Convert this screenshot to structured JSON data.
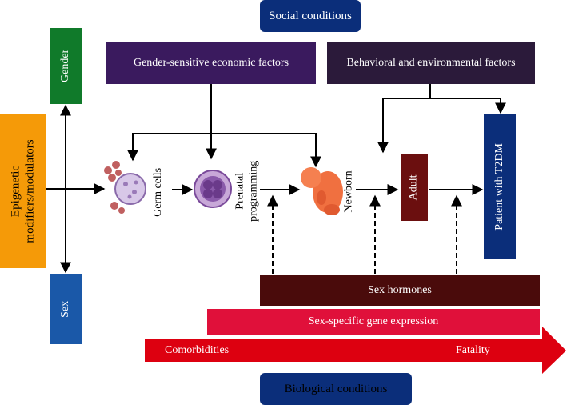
{
  "social_conditions": "Social conditions",
  "economic_factors": "Gender-sensitive economic factors",
  "behavioral_factors": "Behavioral and environmental factors",
  "gender": "Gender",
  "sex": "Sex",
  "epigenetic": "Epigenetic modifiers/modulators",
  "germ_cells": "Germ cells",
  "prenatal": "Prenatal programming",
  "newborn": "Newborn",
  "adult": "Adult",
  "patient": "Patient with T2DM",
  "sex_hormones": "Sex hormones",
  "gene_expression": "Sex-specific gene expression",
  "comorbidities": "Comorbidities",
  "fatality": "Fatality",
  "biological_conditions": "Biological conditions",
  "colors": {
    "navy": "#0b2e7a",
    "purple": "#3a1a5e",
    "dark_purple": "#2b1a3a",
    "green": "#107a2a",
    "orange": "#f59a08",
    "blue": "#1a58a8",
    "maroon": "#6b0f0f",
    "dark_maroon": "#4a0b0b",
    "crimson": "#e0103a",
    "red": "#dd0010"
  }
}
